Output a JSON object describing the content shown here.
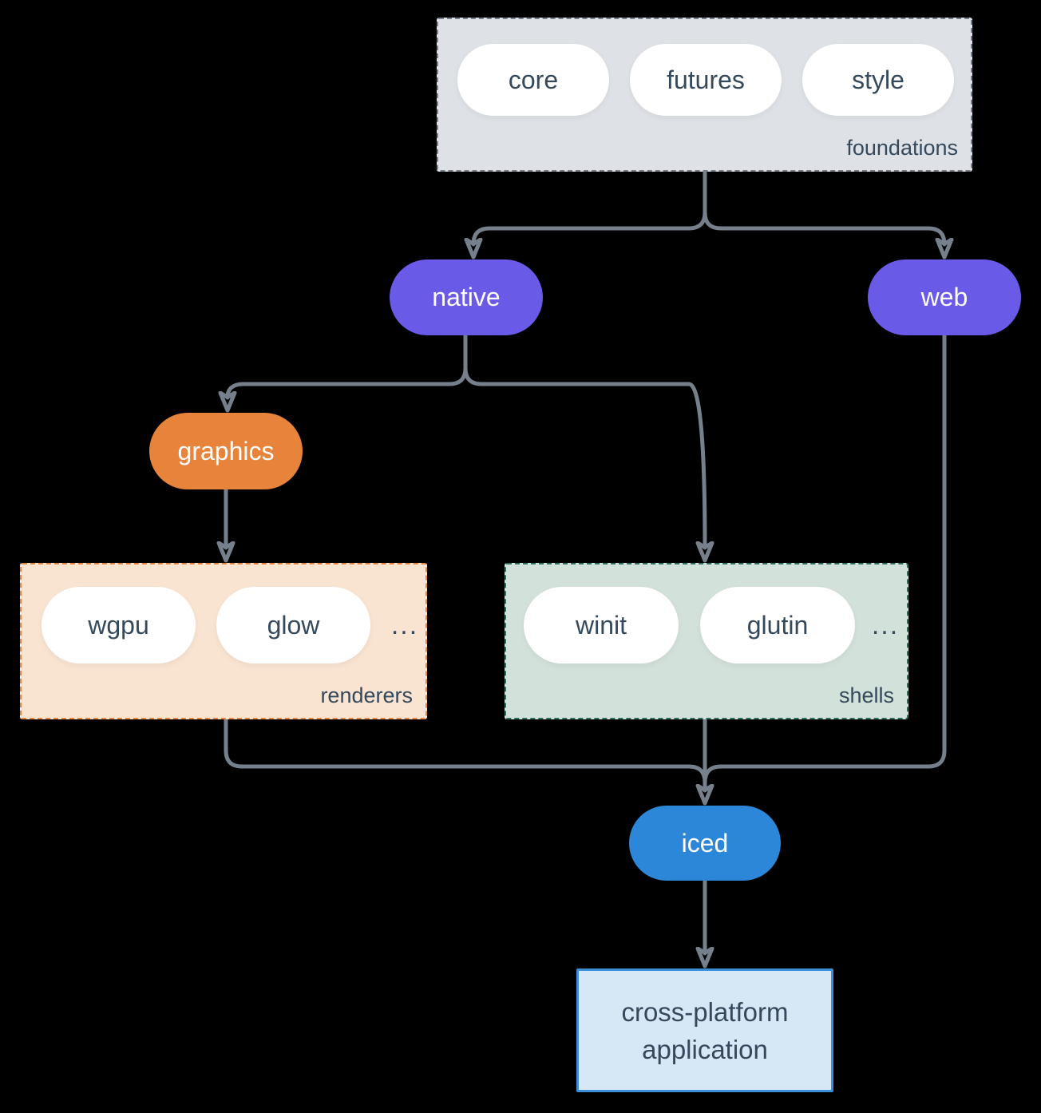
{
  "nodes": {
    "foundations": {
      "label": "foundations",
      "pills": [
        "core",
        "futures",
        "style"
      ]
    },
    "native": {
      "label": "native"
    },
    "web": {
      "label": "web"
    },
    "graphics": {
      "label": "graphics"
    },
    "renderers": {
      "label": "renderers",
      "pills": [
        "wgpu",
        "glow"
      ],
      "ellipsis": "..."
    },
    "shells": {
      "label": "shells",
      "pills": [
        "winit",
        "glutin"
      ],
      "ellipsis": "..."
    },
    "iced": {
      "label": "iced"
    },
    "application": {
      "lines": [
        "cross-platform",
        "application"
      ]
    }
  },
  "edges": [
    {
      "from": "foundations",
      "to": "native"
    },
    {
      "from": "foundations",
      "to": "web"
    },
    {
      "from": "native",
      "to": "graphics"
    },
    {
      "from": "native",
      "to": "shells"
    },
    {
      "from": "graphics",
      "to": "renderers"
    },
    {
      "from": "renderers",
      "to": "iced"
    },
    {
      "from": "shells",
      "to": "iced"
    },
    {
      "from": "web",
      "to": "iced"
    },
    {
      "from": "iced",
      "to": "application"
    }
  ],
  "colors": {
    "background": "#000000",
    "connector": "#76808C",
    "node_purple": "#6A5AE8",
    "node_orange": "#E8833B",
    "node_blue": "#2D87D8",
    "foundations_fill": "#DEE2E6",
    "foundations_border": "#76808C",
    "renderers_fill": "#F9E3D1",
    "renderers_border": "#E8833B",
    "shells_fill": "#D2E1D9",
    "shells_border": "#2A6E5C",
    "application_fill": "#D6E7F6",
    "application_border": "#3D8ED8",
    "text_dark": "#35495C",
    "text_light": "#FFFFFF"
  }
}
